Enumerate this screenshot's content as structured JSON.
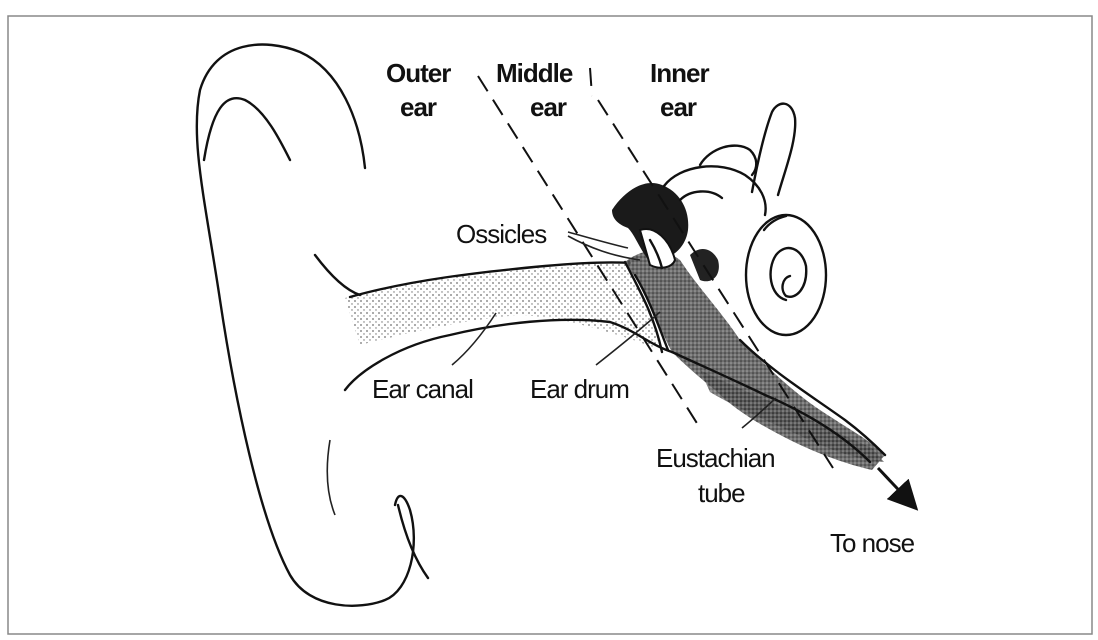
{
  "labels": {
    "outer_ear": [
      "Outer",
      "ear"
    ],
    "middle_ear": [
      "Middle",
      "ear"
    ],
    "inner_ear": [
      "Inner",
      "ear"
    ],
    "ossicles": "Ossicles",
    "ear_canal": "Ear canal",
    "ear_drum": "Ear drum",
    "eustachian_tube": [
      "Eustachian",
      "tube"
    ],
    "to_nose": "To nose"
  }
}
